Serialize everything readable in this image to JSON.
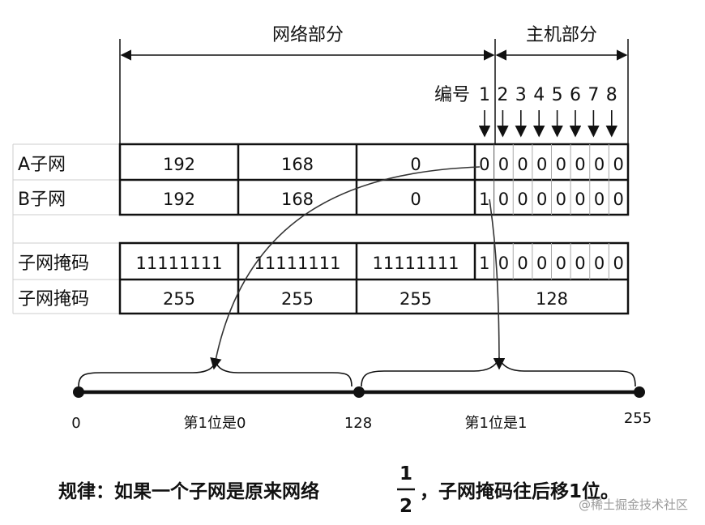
{
  "header": {
    "network_part": "网络部分",
    "host_part": "主机部分",
    "bit_number_label": "编号",
    "bit_numbers": [
      "1",
      "2",
      "3",
      "4",
      "5",
      "6",
      "7",
      "8"
    ]
  },
  "rows": [
    {
      "label": "A子网",
      "cells": [
        "192",
        "168",
        "0"
      ],
      "bits": [
        "0",
        "0",
        "0",
        "0",
        "0",
        "0",
        "0",
        "0"
      ]
    },
    {
      "label": "B子网",
      "cells": [
        "192",
        "168",
        "0"
      ],
      "bits": [
        "1",
        "0",
        "0",
        "0",
        "0",
        "0",
        "0",
        "0"
      ]
    },
    {
      "label": "子网掩码",
      "cells": [
        "11111111",
        "11111111",
        "11111111"
      ],
      "bits": [
        "1",
        "0",
        "0",
        "0",
        "0",
        "0",
        "0",
        "0"
      ]
    },
    {
      "label": "子网掩码",
      "cells": [
        "255",
        "255",
        "255"
      ],
      "last": "128"
    }
  ],
  "number_line": {
    "start": "0",
    "mid": "128",
    "end": "255",
    "left_caption": "第1位是0",
    "right_caption": "第1位是1"
  },
  "rule": {
    "prefix": "规律：如果一个子网是原来网络",
    "numerator": "1",
    "denominator": "2",
    "suffix": "，子网掩码往后移1位。"
  },
  "watermark": "@稀土掘金技术社区",
  "colors": {
    "ink": "#111111",
    "grid_light": "#cccccc",
    "watermark": "#9a9a9a"
  }
}
